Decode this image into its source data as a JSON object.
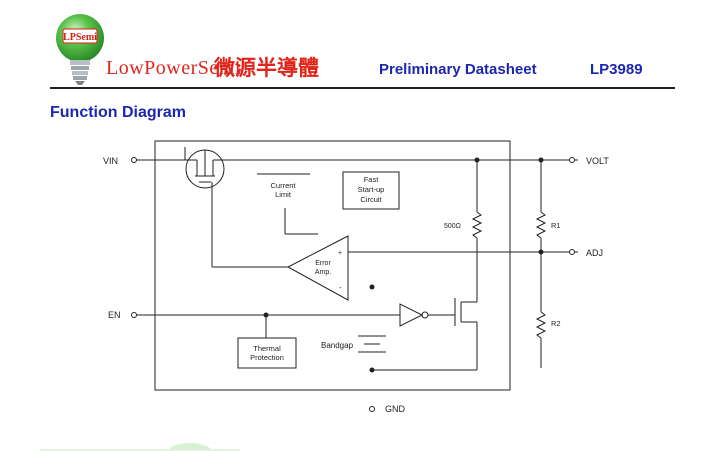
{
  "header": {
    "logo_badge": "LPSemi",
    "brand_latin": "LowPowerSemi",
    "brand_cjk": "微源半導體",
    "document_kind": "Preliminary Datasheet",
    "part_number": "LP3989"
  },
  "section_title": "Function Diagram",
  "diagram": {
    "pins": {
      "vin": "VIN",
      "en": "EN",
      "volt": "VOLT",
      "adj": "ADJ",
      "gnd": "GND"
    },
    "blocks": {
      "current_limit": [
        "Current",
        "Limit"
      ],
      "fast_startup": [
        "Fast",
        "Start-up",
        "Circuit"
      ],
      "error_amp": [
        "Error",
        "Amp."
      ],
      "thermal_protection": [
        "Thermal",
        "Protection"
      ],
      "bandgap": "Bandgap"
    },
    "components": {
      "resistor_500": "500Ω",
      "resistor_r1": "R1",
      "resistor_r2": "R2",
      "amp_plus": "+",
      "amp_minus": "-"
    }
  },
  "colors": {
    "title_blue": "#1c27b0",
    "brand_red": "#e0251b",
    "logo_green": "#3aa935",
    "logo_bulb_base": "#b9bdc6"
  }
}
